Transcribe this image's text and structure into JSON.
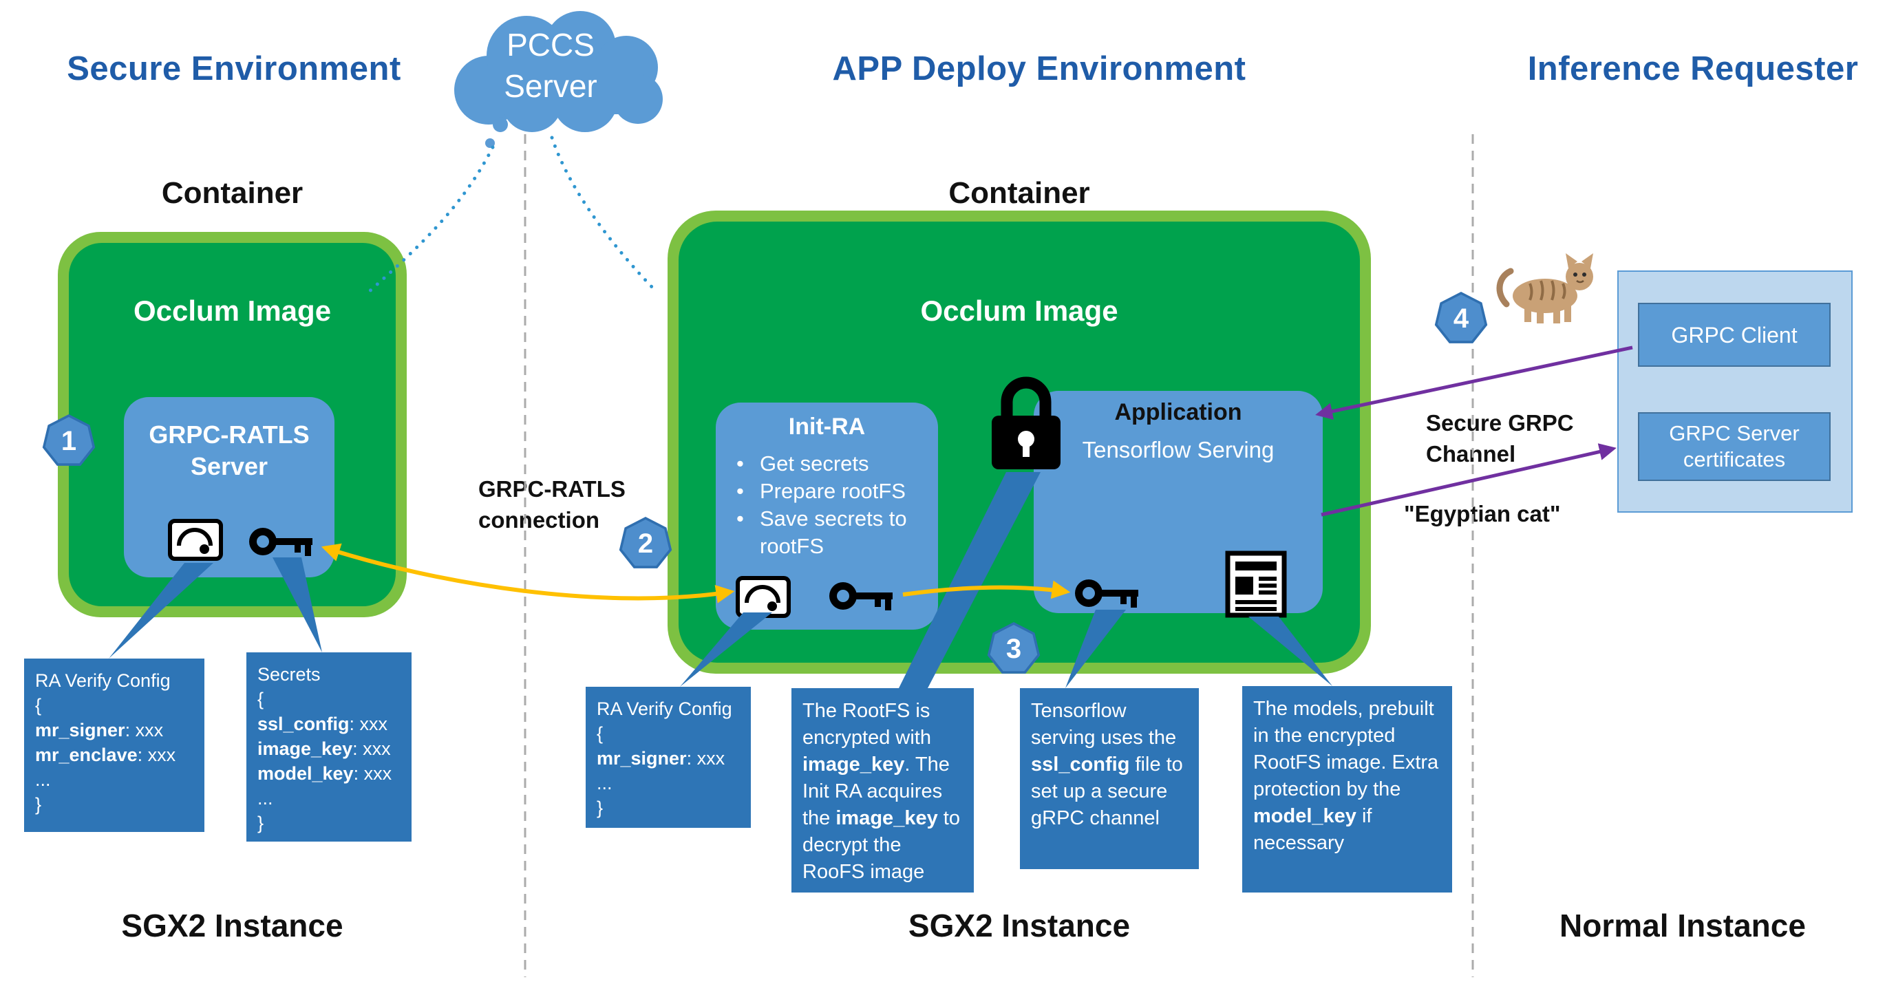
{
  "titles": {
    "secure_env": "Secure Environment",
    "app_deploy": "APP Deploy Environment",
    "inference_requester": "Inference Requester"
  },
  "cloud": {
    "line1": "PCCS",
    "line2": "Server"
  },
  "badges": {
    "b1": "1",
    "b2": "2",
    "b3": "3",
    "b4": "4"
  },
  "left": {
    "container_label": "Container",
    "occlum_label": "Occlum Image",
    "server_line1": "GRPC-RATLS",
    "server_line2": "Server",
    "instance_label": "SGX2 Instance",
    "callout_ra_verify": [
      [
        "RA Verify Config"
      ],
      [
        "{"
      ],
      [
        {
          "t": "mr_signer",
          "b": true
        },
        {
          "t": ": xxx"
        }
      ],
      [
        {
          "t": "mr_enclave",
          "b": true
        },
        {
          "t": ": xxx"
        }
      ],
      [
        "..."
      ],
      [
        "}"
      ]
    ],
    "callout_secrets": [
      [
        "Secrets"
      ],
      [
        "{"
      ],
      [
        {
          "t": "ssl_config",
          "b": true
        },
        {
          "t": ": xxx"
        }
      ],
      [
        {
          "t": "image_key",
          "b": true
        },
        {
          "t": ": xxx"
        }
      ],
      [
        {
          "t": "model_key",
          "b": true
        },
        {
          "t": ": xxx"
        }
      ],
      [
        "..."
      ],
      [
        "}"
      ]
    ]
  },
  "middle": {
    "container_label": "Container",
    "occlum_label": "Occlum Image",
    "init_ra": {
      "title": "Init-RA",
      "bullets": [
        "Get secrets",
        "Prepare rootFS",
        "Save secrets to rootFS"
      ]
    },
    "application": {
      "title": "Application",
      "subtitle": "Tensorflow Serving"
    },
    "connection_line1": "GRPC-RATLS",
    "connection_line2": "connection",
    "instance_label": "SGX2 Instance",
    "callout_ra_verify": [
      [
        "RA Verify Config"
      ],
      [
        "{"
      ],
      [
        {
          "t": "mr_signer",
          "b": true
        },
        {
          "t": ": xxx"
        }
      ],
      [
        "..."
      ],
      [
        "}"
      ]
    ],
    "callout_rootfs": [
      [
        {
          "t": "The RootFS is encrypted with "
        },
        {
          "t": "image_key",
          "b": true
        },
        {
          "t": ". The Init RA acquires the "
        },
        {
          "t": "image_key",
          "b": true
        },
        {
          "t": " to decrypt the RooFS image"
        }
      ]
    ],
    "callout_tensorflow": [
      [
        {
          "t": "Tensorflow serving uses the "
        },
        {
          "t": "ssl_config",
          "b": true
        },
        {
          "t": " file to set up a secure gRPC channel"
        }
      ]
    ],
    "callout_models": [
      [
        {
          "t": "The models, prebuilt in the encrypted RootFS image. Extra protection by the "
        },
        {
          "t": "model_key",
          "b": true
        },
        {
          "t": " if necessary"
        }
      ]
    ]
  },
  "right": {
    "grpc_client_label": "GRPC Client",
    "grpc_server_line1": "GRPC Server",
    "grpc_server_line2": "certificates",
    "secure_channel_line1": "Secure GRPC",
    "secure_channel_line2": "Channel",
    "egyptian_cat_label": "\"Egyptian cat\"",
    "instance_label": "Normal Instance"
  },
  "colors": {
    "accent_blue": "#5B9BD5",
    "callout_blue": "#2E75B6",
    "green_outer": "#7DC142",
    "green_inner": "#00A24D",
    "arrow_yellow": "#FFC000",
    "arrow_purple": "#7030A0",
    "title_blue": "#1F5CA8",
    "divider_gray": "#ABABAB"
  }
}
